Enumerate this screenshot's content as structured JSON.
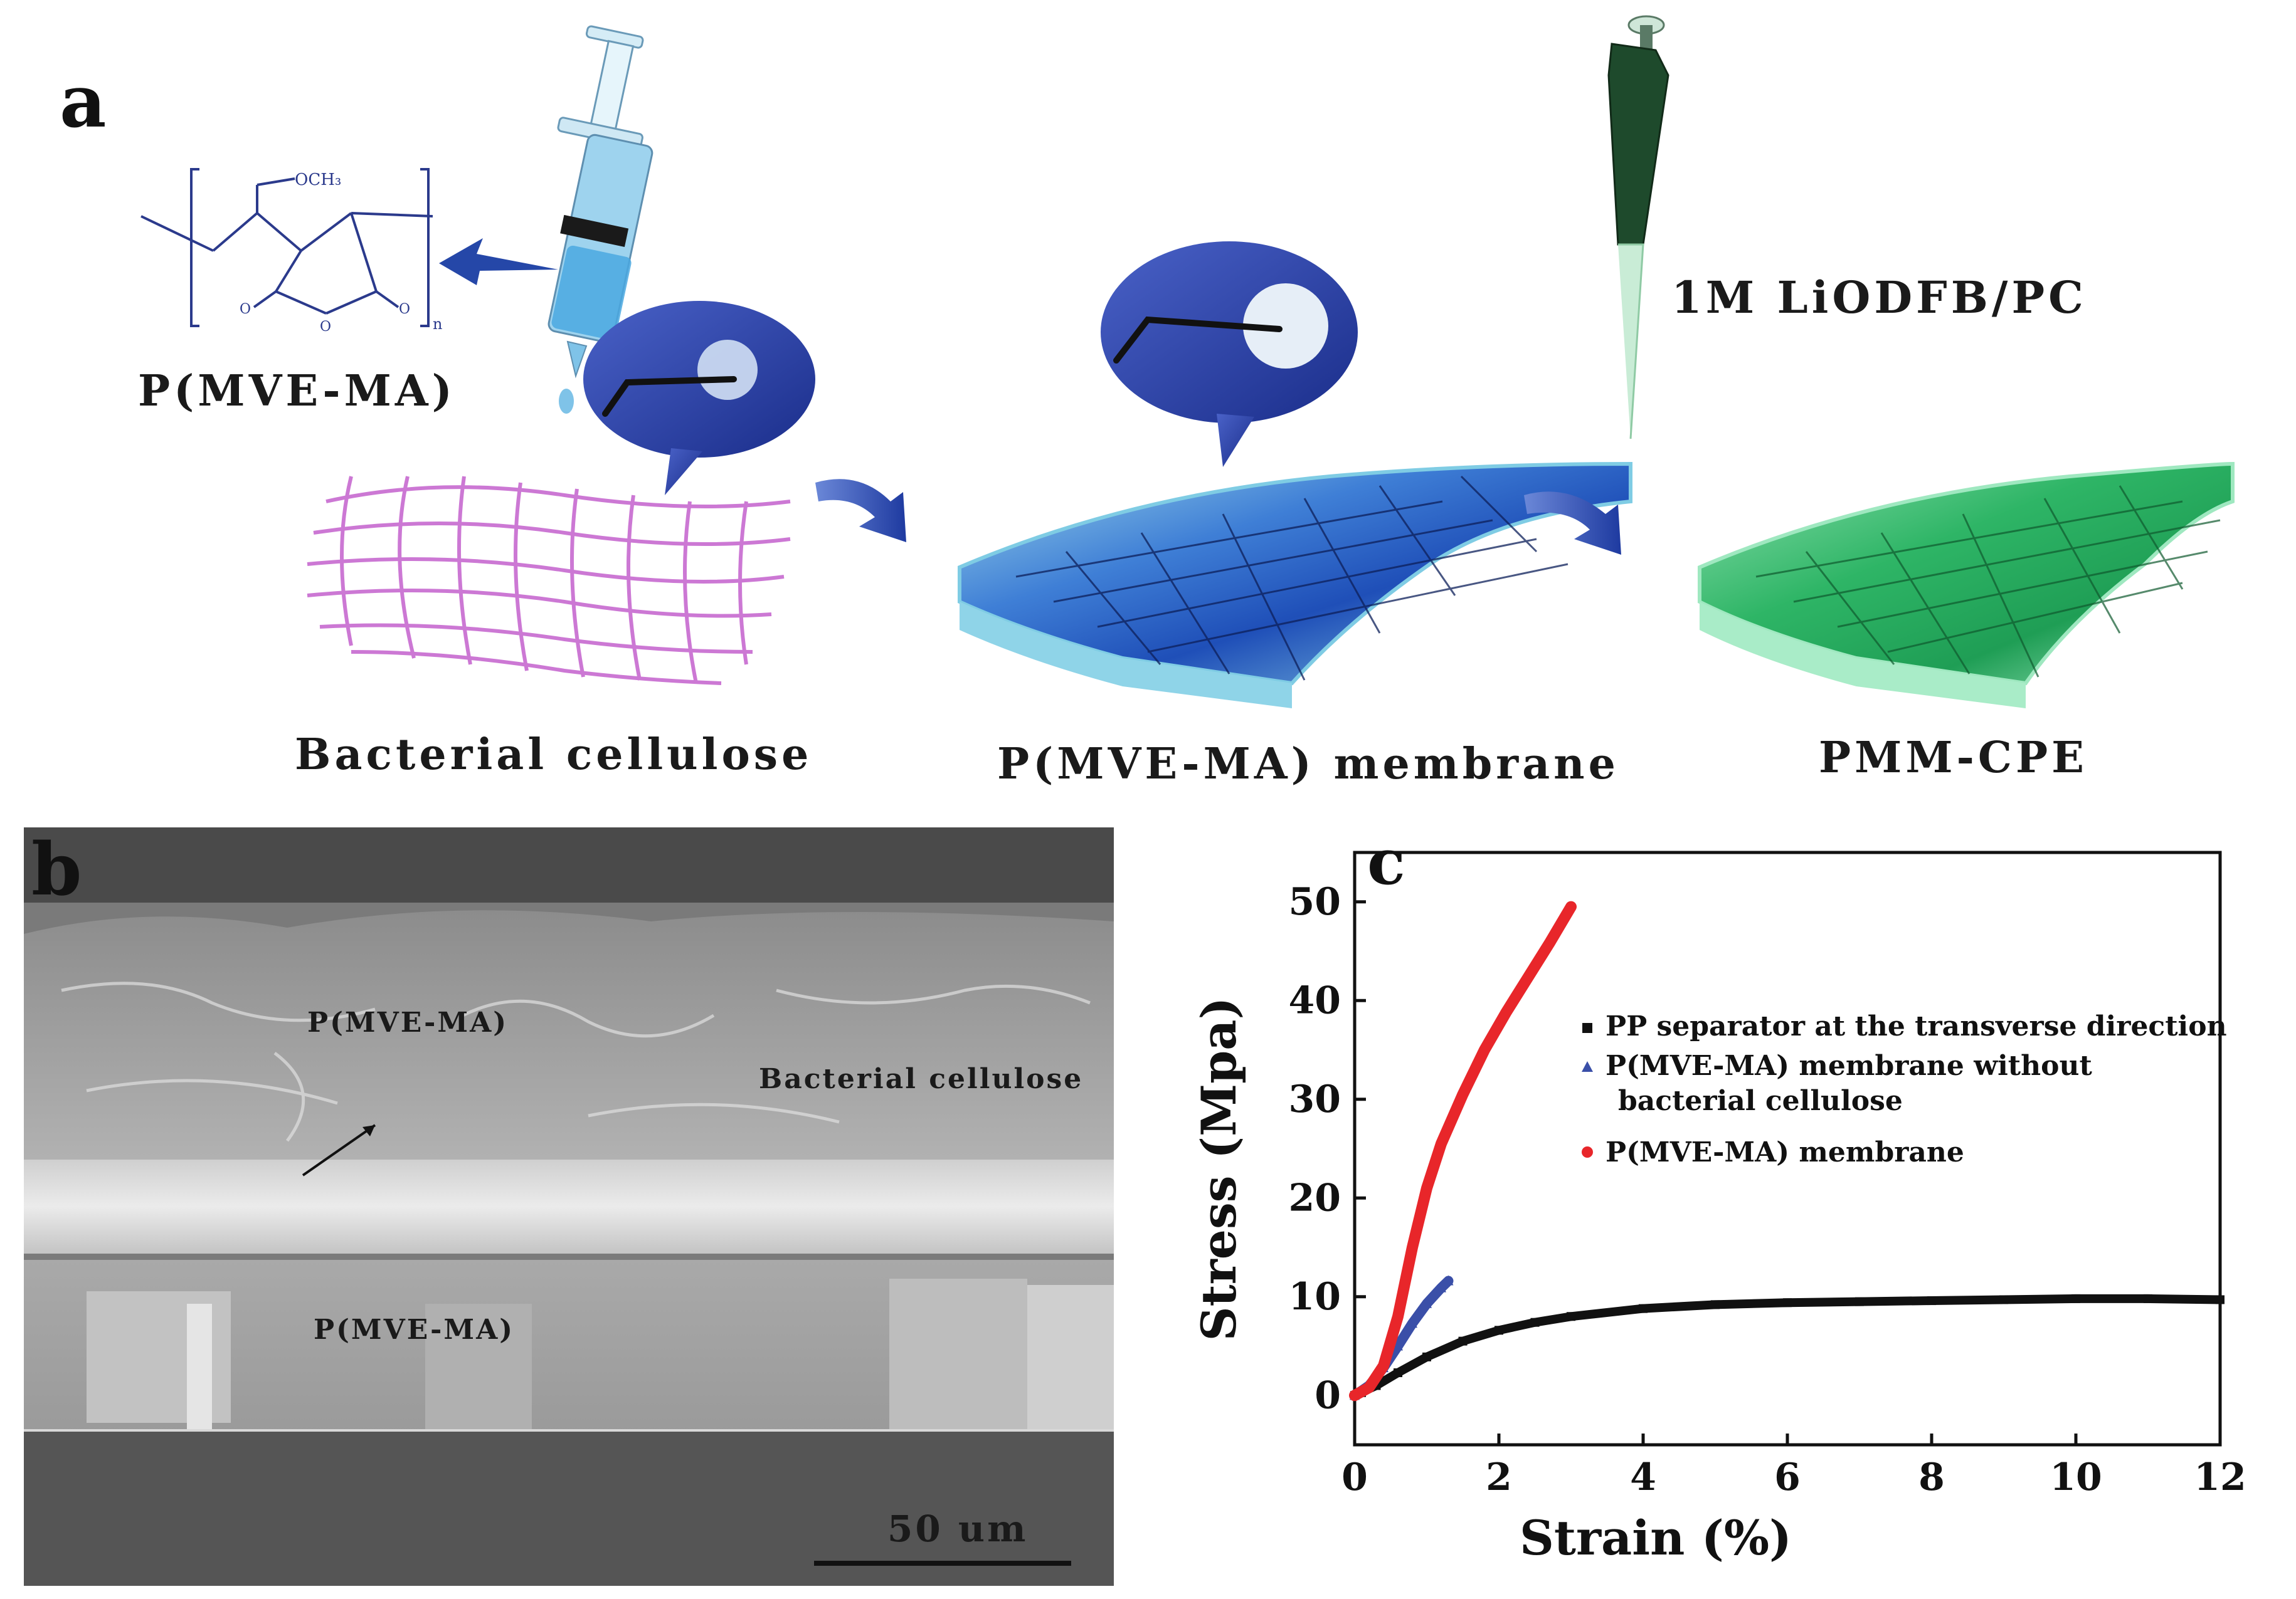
{
  "panel_a": {
    "letter": "a",
    "polymer_label": "P(MVE-MA)",
    "structure": {
      "och3": "OCH₃",
      "n": "n",
      "ring_o": "O",
      "carbonyl_o": "O"
    },
    "salt_label": "1M LiODFB/PC",
    "stage_labels": [
      "Bacterial cellulose",
      "P(MVE-MA) membrane",
      "PMM-CPE"
    ]
  },
  "panel_b": {
    "letter": "b",
    "labels": {
      "top_layer": "P(MVE-MA)",
      "middle_layer": "Bacterial cellulose",
      "bottom_layer": "P(MVE-MA)"
    },
    "scale_bar": "50 um"
  },
  "panel_c": {
    "letter": "c",
    "colors": {
      "pp": "#111111",
      "no_bc": "#3a4fa8",
      "membrane": "#e8262a"
    }
  },
  "chart_data": {
    "type": "line",
    "xlabel": "Strain (%)",
    "ylabel": "Stress (Mpa)",
    "xlim": [
      0,
      12
    ],
    "ylim": [
      -5,
      55
    ],
    "xticks": [
      0,
      2,
      4,
      6,
      8,
      10,
      12
    ],
    "yticks": [
      0,
      10,
      20,
      30,
      40,
      50
    ],
    "grid": false,
    "legend_position": "right",
    "series": [
      {
        "name": "PP separator at the transverse direction",
        "marker": "square",
        "color": "#111111",
        "x": [
          0,
          0.3,
          0.6,
          1.0,
          1.5,
          2.0,
          2.5,
          3.0,
          4.0,
          5.0,
          6.0,
          7.0,
          8.0,
          9.0,
          10.0,
          11.0,
          12.0
        ],
        "y": [
          0,
          1.0,
          2.3,
          3.9,
          5.5,
          6.6,
          7.4,
          8.0,
          8.8,
          9.2,
          9.4,
          9.5,
          9.6,
          9.7,
          9.8,
          9.8,
          9.7
        ]
      },
      {
        "name": "P(MVE-MA) membrane without bacterial cellulose",
        "marker": "triangle",
        "color": "#3a4fa8",
        "x": [
          0,
          0.2,
          0.4,
          0.6,
          0.8,
          1.0,
          1.2,
          1.3
        ],
        "y": [
          0,
          1.0,
          2.8,
          5.0,
          7.3,
          9.3,
          10.9,
          11.6
        ]
      },
      {
        "name": "P(MVE-MA) membrane",
        "marker": "circle",
        "color": "#e8262a",
        "x": [
          0,
          0.2,
          0.4,
          0.6,
          0.8,
          1.0,
          1.2,
          1.5,
          1.8,
          2.1,
          2.4,
          2.7,
          3.0
        ],
        "y": [
          0,
          0.8,
          3.0,
          8.0,
          15.0,
          21.0,
          25.5,
          30.5,
          35.0,
          38.8,
          42.3,
          45.8,
          49.5
        ]
      }
    ]
  }
}
